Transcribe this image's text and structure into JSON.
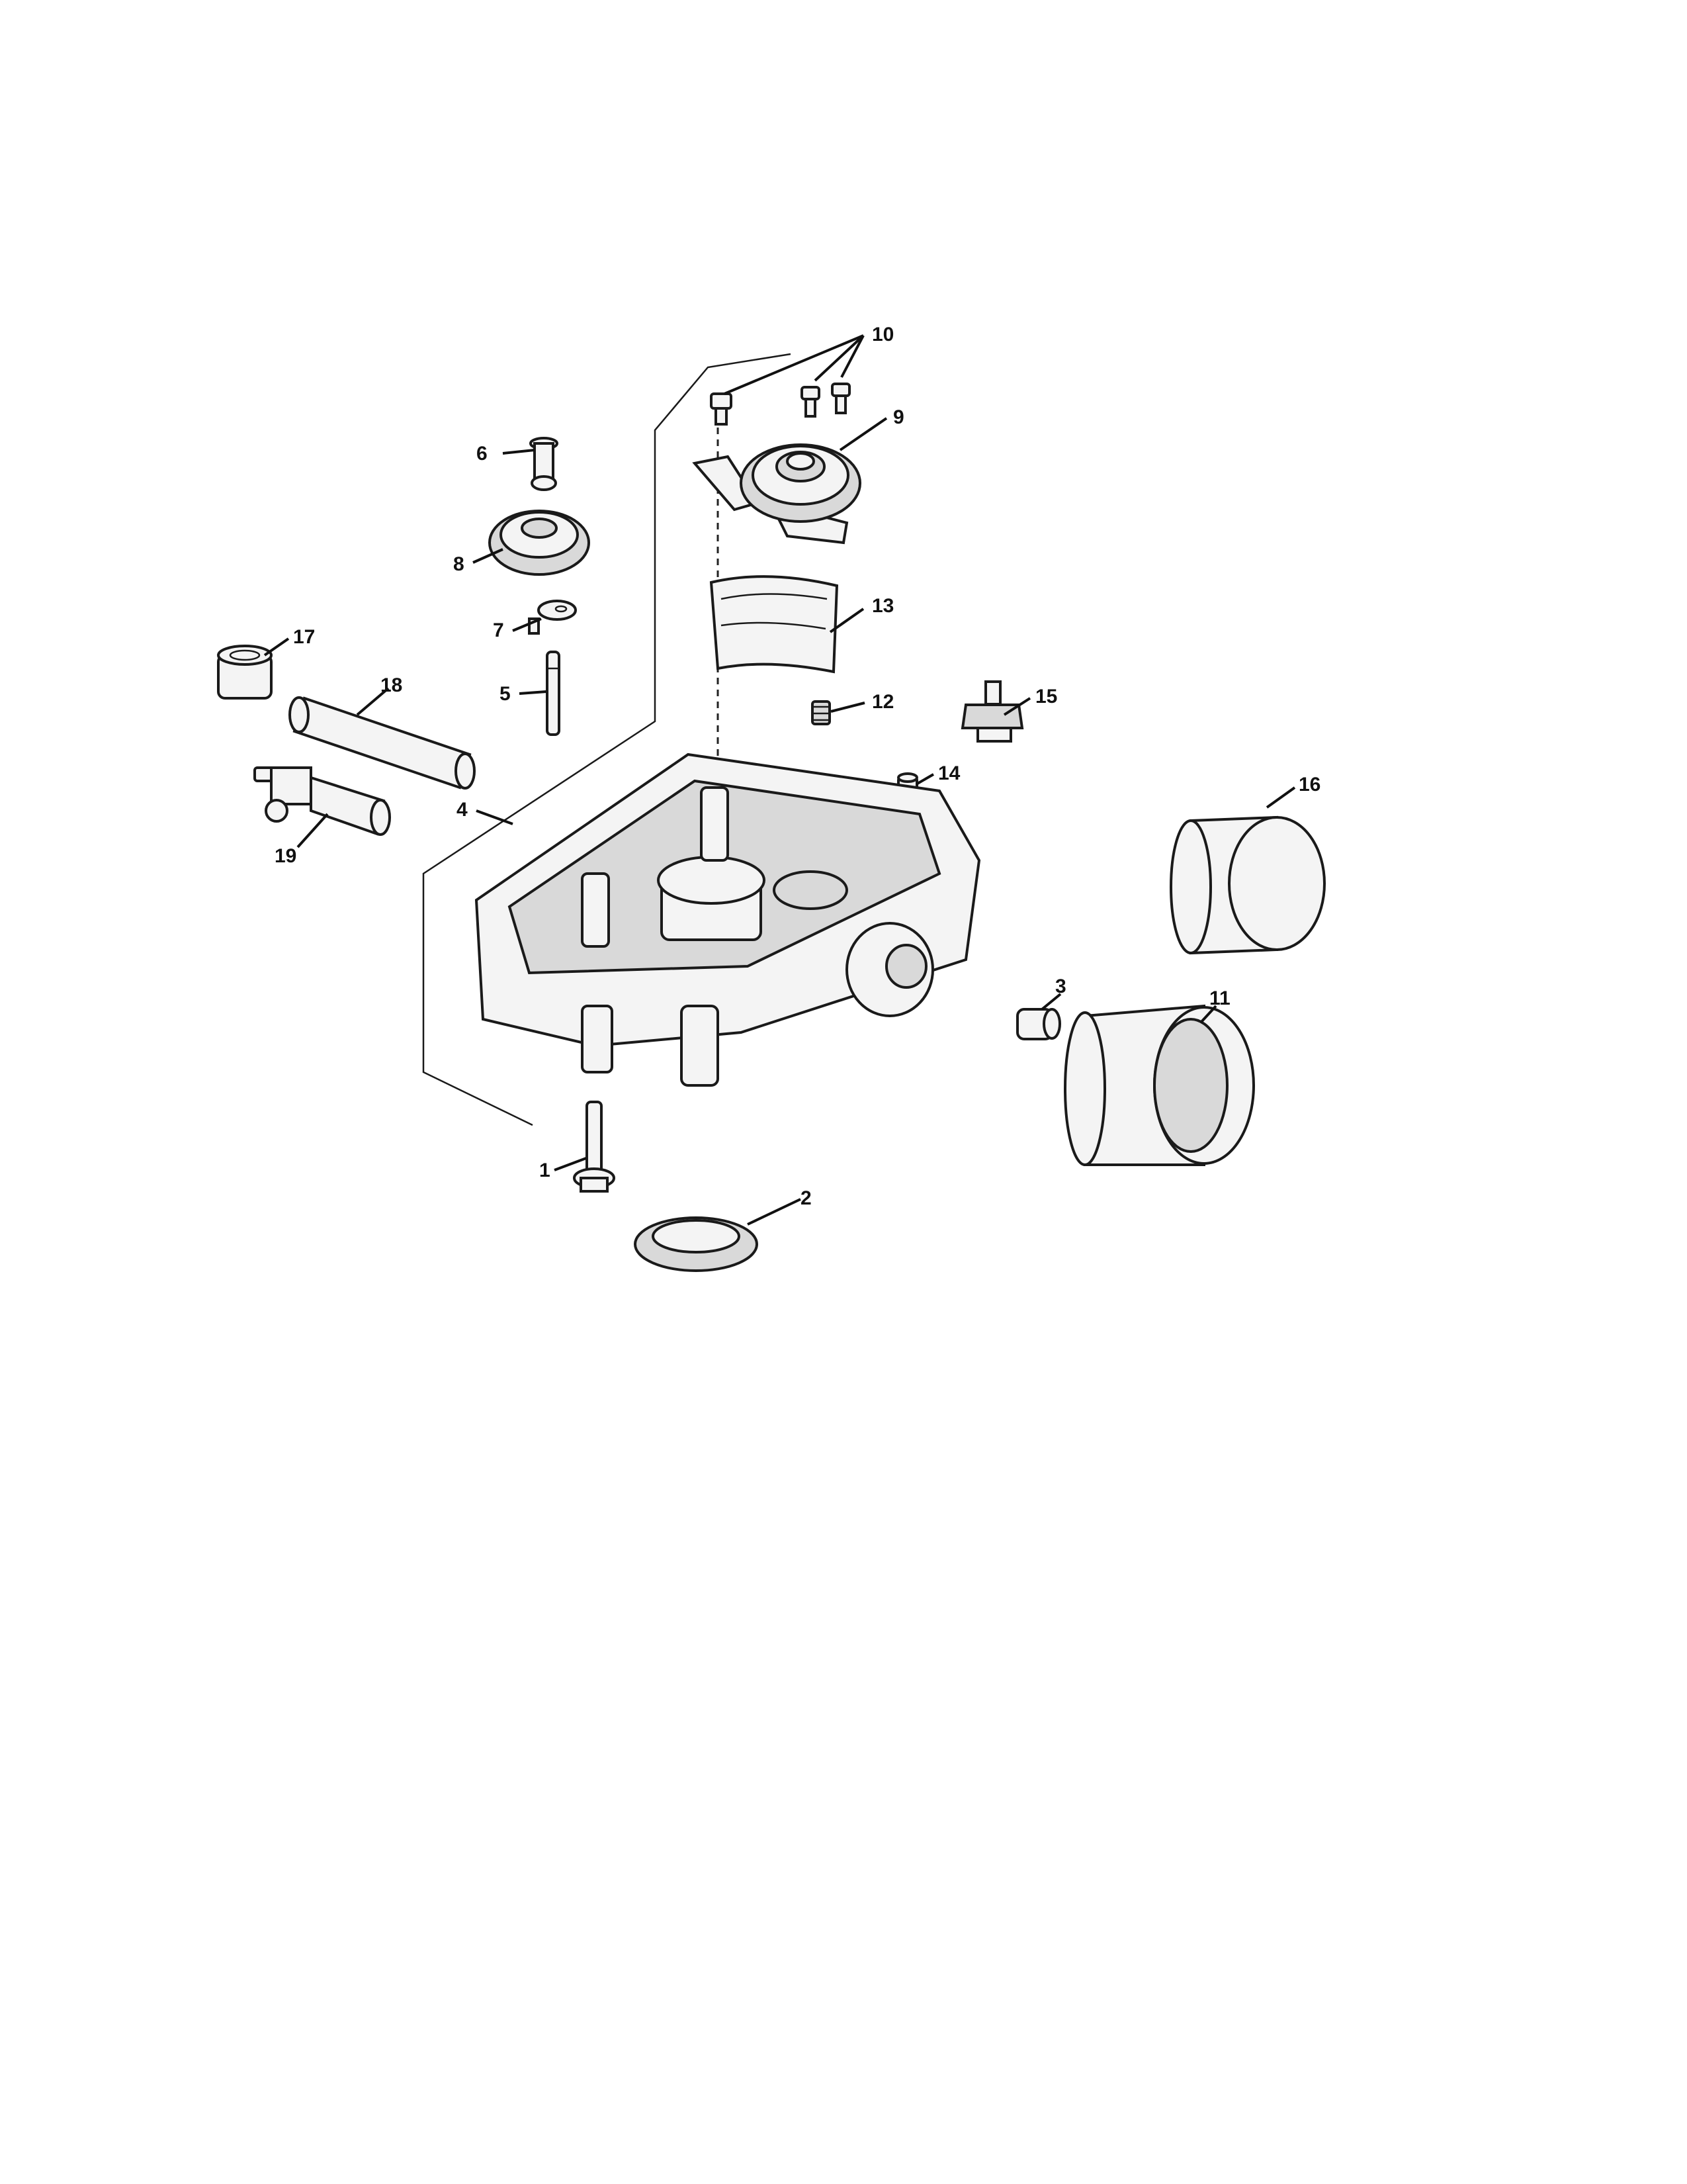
{
  "callouts": [
    {
      "id": "1",
      "label": "1"
    },
    {
      "id": "2",
      "label": "2"
    },
    {
      "id": "3",
      "label": "3"
    },
    {
      "id": "4",
      "label": "4"
    },
    {
      "id": "5",
      "label": "5"
    },
    {
      "id": "6",
      "label": "6"
    },
    {
      "id": "7",
      "label": "7"
    },
    {
      "id": "8",
      "label": "8"
    },
    {
      "id": "9",
      "label": "9"
    },
    {
      "id": "10",
      "label": "10"
    },
    {
      "id": "11",
      "label": "11"
    },
    {
      "id": "12",
      "label": "12"
    },
    {
      "id": "13",
      "label": "13"
    },
    {
      "id": "14",
      "label": "14"
    },
    {
      "id": "15",
      "label": "15"
    },
    {
      "id": "16",
      "label": "16"
    },
    {
      "id": "17",
      "label": "17"
    },
    {
      "id": "18",
      "label": "18"
    },
    {
      "id": "19",
      "label": "19"
    }
  ],
  "colors": {
    "line": "#1a1a1a",
    "fill": "#f4f4f4",
    "background": "#ffffff"
  }
}
